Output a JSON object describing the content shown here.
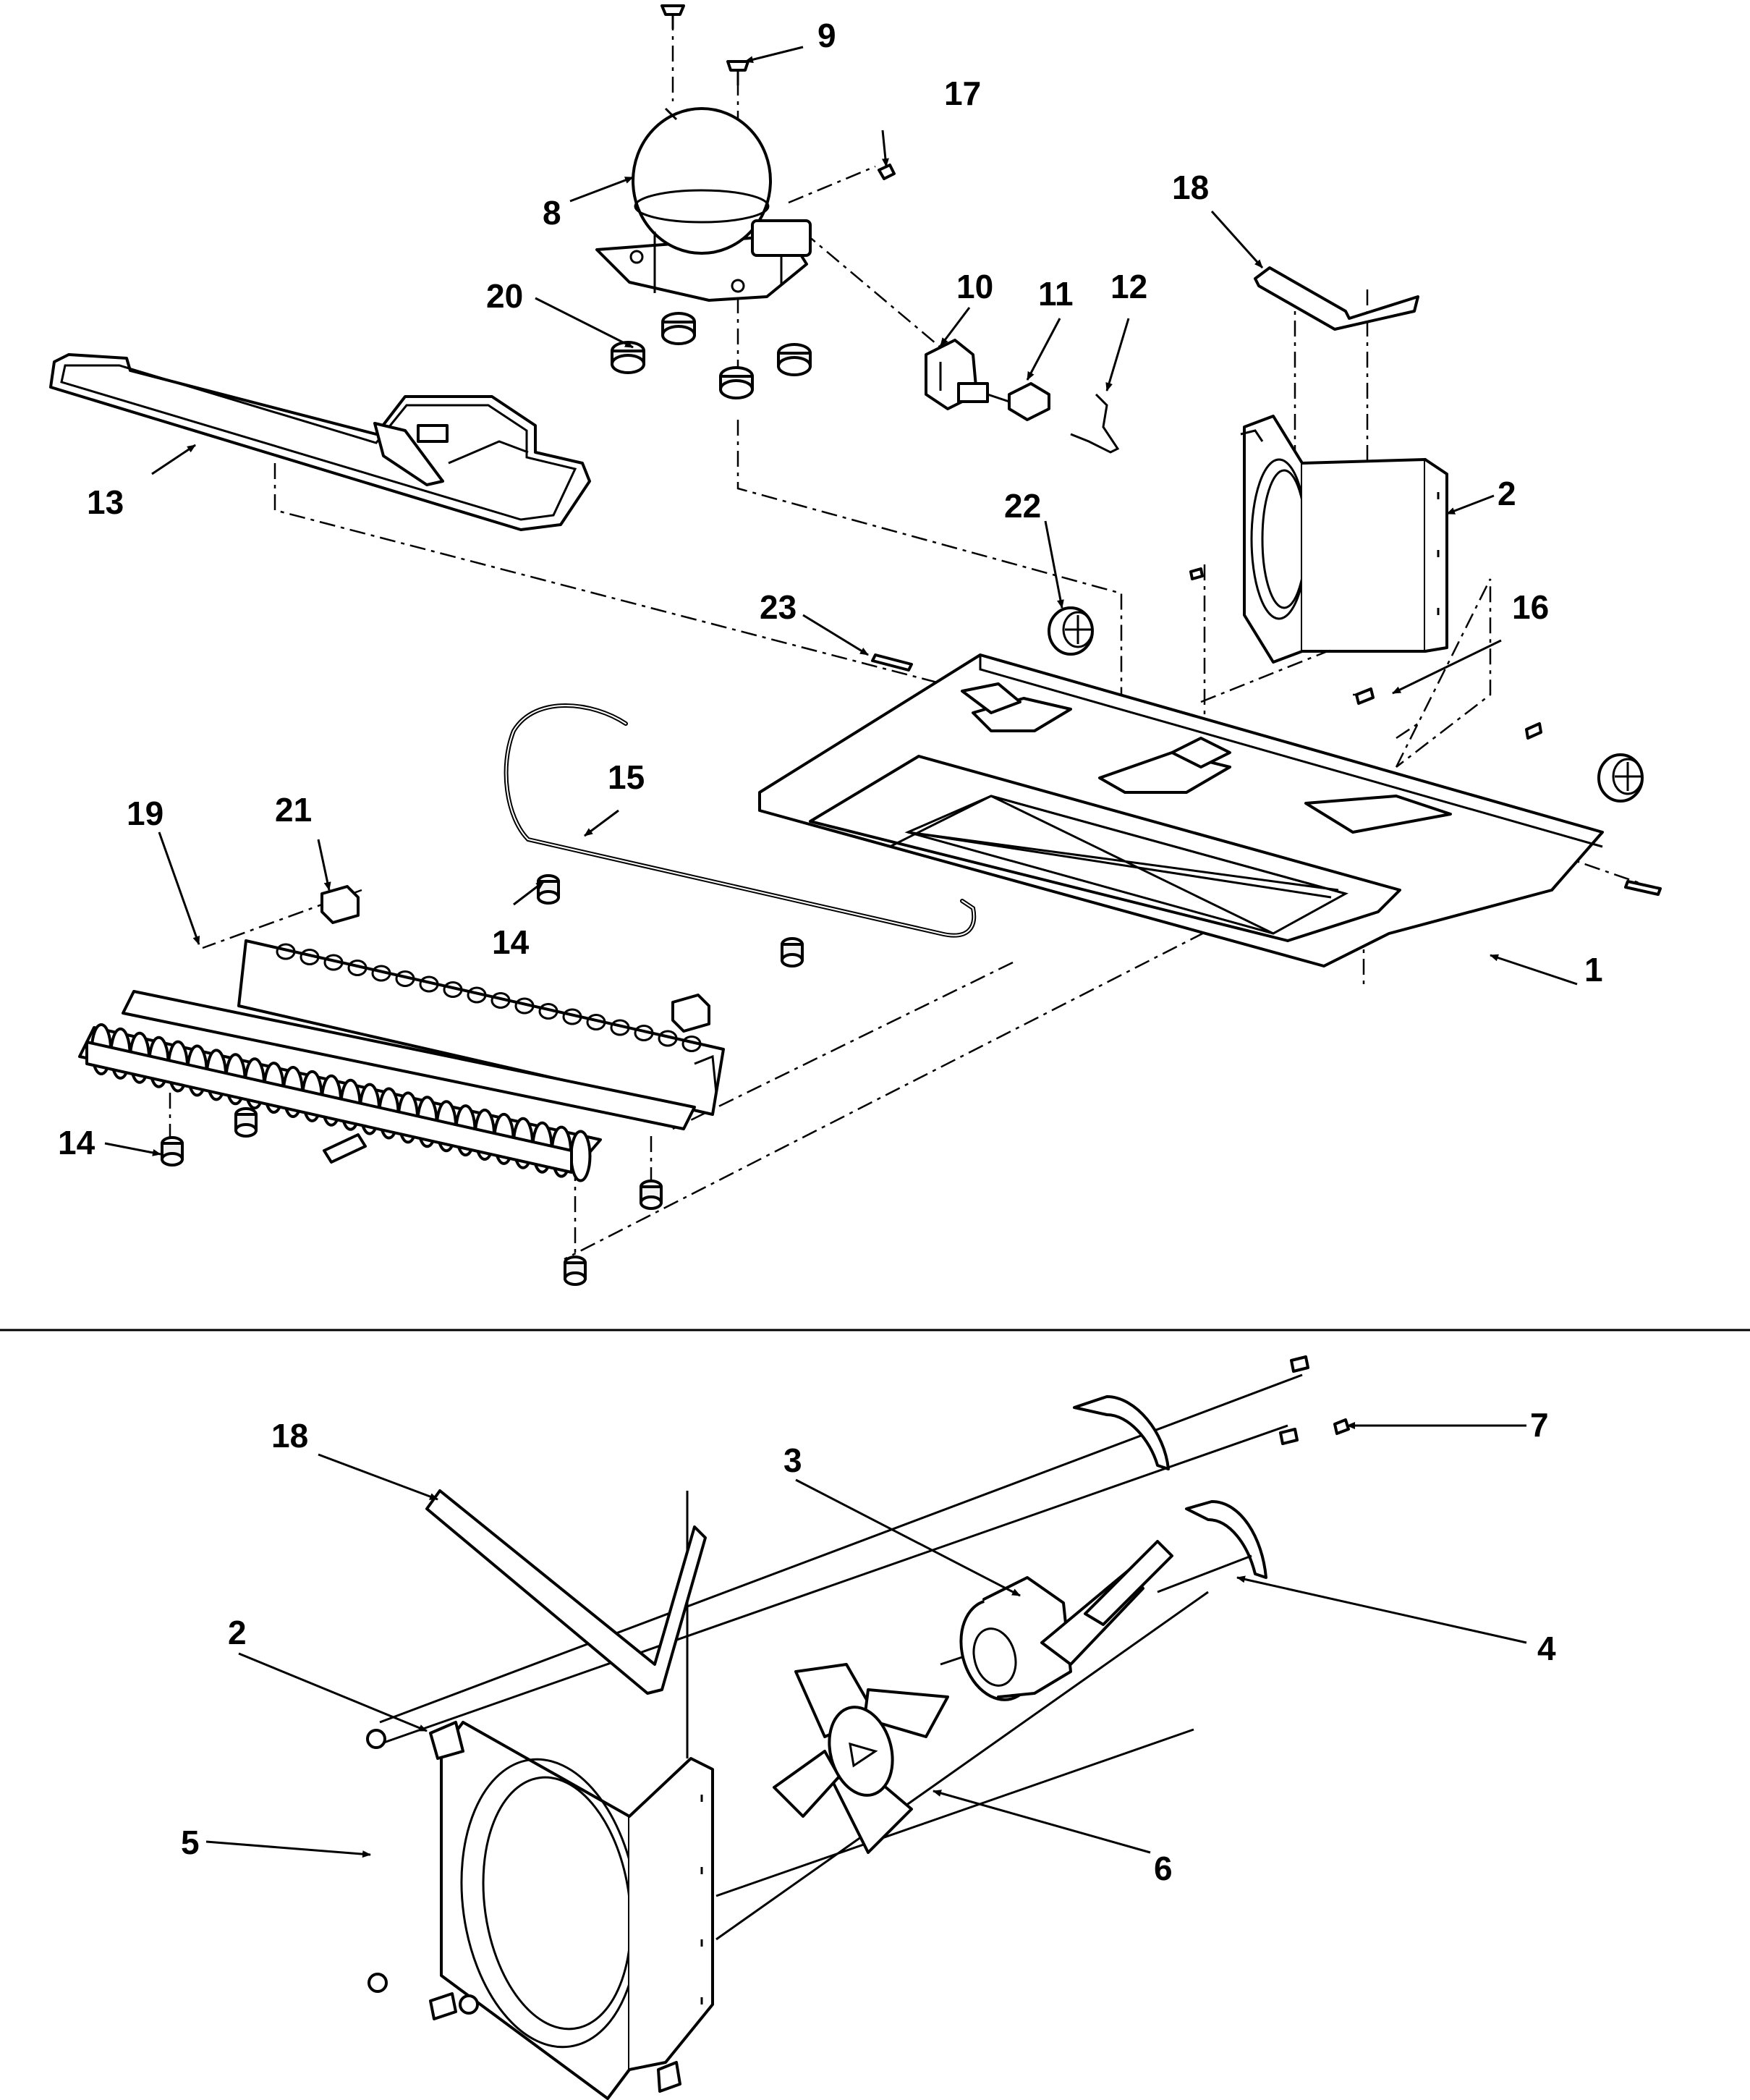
{
  "callouts": {
    "c1": "1",
    "c2_top": "2",
    "c2_bottom": "2",
    "c3": "3",
    "c4": "4",
    "c5": "5",
    "c6": "6",
    "c7": "7",
    "c8": "8",
    "c9": "9",
    "c10": "10",
    "c11": "11",
    "c12": "12",
    "c13": "13",
    "c14_left": "14",
    "c14_mid": "14",
    "c15": "15",
    "c16": "16",
    "c17": "17",
    "c18_top": "18",
    "c18_bottom": "18",
    "c19": "19",
    "c20": "20",
    "c21": "21",
    "c22": "22",
    "c23": "23"
  }
}
